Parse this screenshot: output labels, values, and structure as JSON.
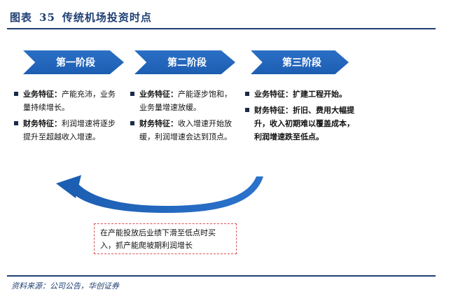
{
  "figure": {
    "label": "图表",
    "number": "35",
    "title": "传统机场投资时点"
  },
  "stages": [
    {
      "label": "第一阶段"
    },
    {
      "label": "第二阶段"
    },
    {
      "label": "第三阶段"
    }
  ],
  "columns": [
    {
      "items": [
        {
          "label": "业务特征：",
          "text": "产能充沛，业务量持续增长。"
        },
        {
          "label": "财务特征：",
          "text": "利润增速将逐步提升至超越收入增速。"
        }
      ]
    },
    {
      "items": [
        {
          "label": "业务特征：",
          "text": "产能逐步饱和，业务量增速放缓。"
        },
        {
          "label": "财务特征：",
          "text": "收入增速开始放缓，利润增速会达到顶点。"
        }
      ]
    },
    {
      "items": [
        {
          "label": "业务特征：",
          "text": "扩建工程开始。"
        },
        {
          "label": "财务特征：",
          "text": "折旧、费用大幅提升，收入初期难以覆盖成本，利润增速跌至低点。"
        }
      ]
    }
  ],
  "note": "在产能投放后业绩下滑至低点时买入，抓产能爬坡期利润增长",
  "source": "资料来源：公司公告，华创证券",
  "colors": {
    "title": "#1f3f73",
    "arrow": "#2162b8",
    "note_border": "#d9534f"
  }
}
